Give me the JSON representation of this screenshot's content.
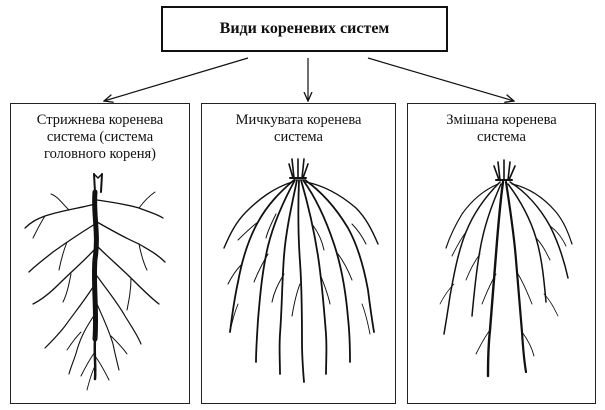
{
  "diagram": {
    "title": "Види кореневих систем",
    "panels": [
      {
        "id": "taproot",
        "label_lines": [
          "Стрижнева коренева",
          "система (система",
          "головного кореня)"
        ]
      },
      {
        "id": "fibrous",
        "label_lines": [
          "Мичкувата коренева",
          "система"
        ]
      },
      {
        "id": "mixed",
        "label_lines": [
          "Змішана коренева",
          "система"
        ]
      }
    ]
  }
}
